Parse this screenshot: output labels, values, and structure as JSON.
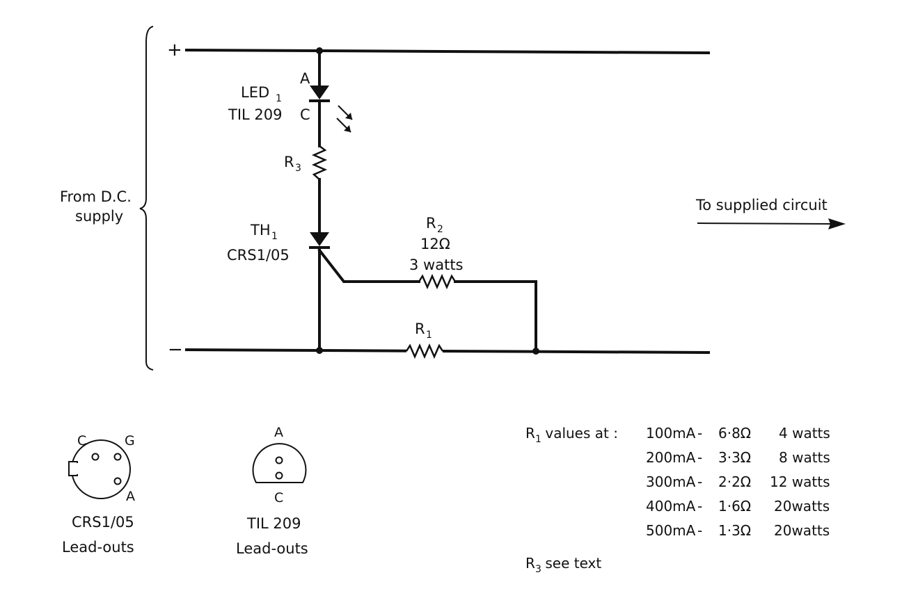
{
  "supply": {
    "plus_label": "+",
    "minus_label": "−",
    "from_label_line1": "From D.C.",
    "from_label_line2": "supply"
  },
  "output": {
    "label": "To supplied circuit"
  },
  "led": {
    "name": "LED",
    "subscript": "1",
    "part": "TIL 209",
    "anode": "A",
    "cathode": "C"
  },
  "r3": {
    "name": "R",
    "subscript": "3"
  },
  "thyristor": {
    "name": "TH",
    "subscript": "1",
    "part": "CRS1/05"
  },
  "r2": {
    "name": "R",
    "subscript": "2",
    "value": "12Ω",
    "power": "3 watts"
  },
  "r1": {
    "name": "R",
    "subscript": "1"
  },
  "leadouts": {
    "crs": {
      "pin_c": "C",
      "pin_g": "G",
      "pin_a": "A",
      "part": "CRS1/05",
      "caption": "Lead-outs"
    },
    "til": {
      "pin_a": "A",
      "pin_c": "C",
      "part": "TIL 209",
      "caption": "Lead-outs"
    }
  },
  "r1_table": {
    "title_prefix": "R",
    "title_sub": "1",
    "title_suffix": " values at :",
    "rows": [
      {
        "current": "100mA",
        "sep": "-",
        "resistance": "6·8Ω",
        "power": "4 watts"
      },
      {
        "current": "200mA",
        "sep": "-",
        "resistance": "3·3Ω",
        "power": "8 watts"
      },
      {
        "current": "300mA",
        "sep": "-",
        "resistance": "2·2Ω",
        "power": "12 watts"
      },
      {
        "current": "400mA",
        "sep": "-",
        "resistance": "1·6Ω",
        "power": "20watts"
      },
      {
        "current": "500mA",
        "sep": "-",
        "resistance": "1·3Ω",
        "power": "20watts"
      }
    ]
  },
  "r3_note": {
    "prefix": "R",
    "sub": "3",
    "suffix": " see text"
  }
}
